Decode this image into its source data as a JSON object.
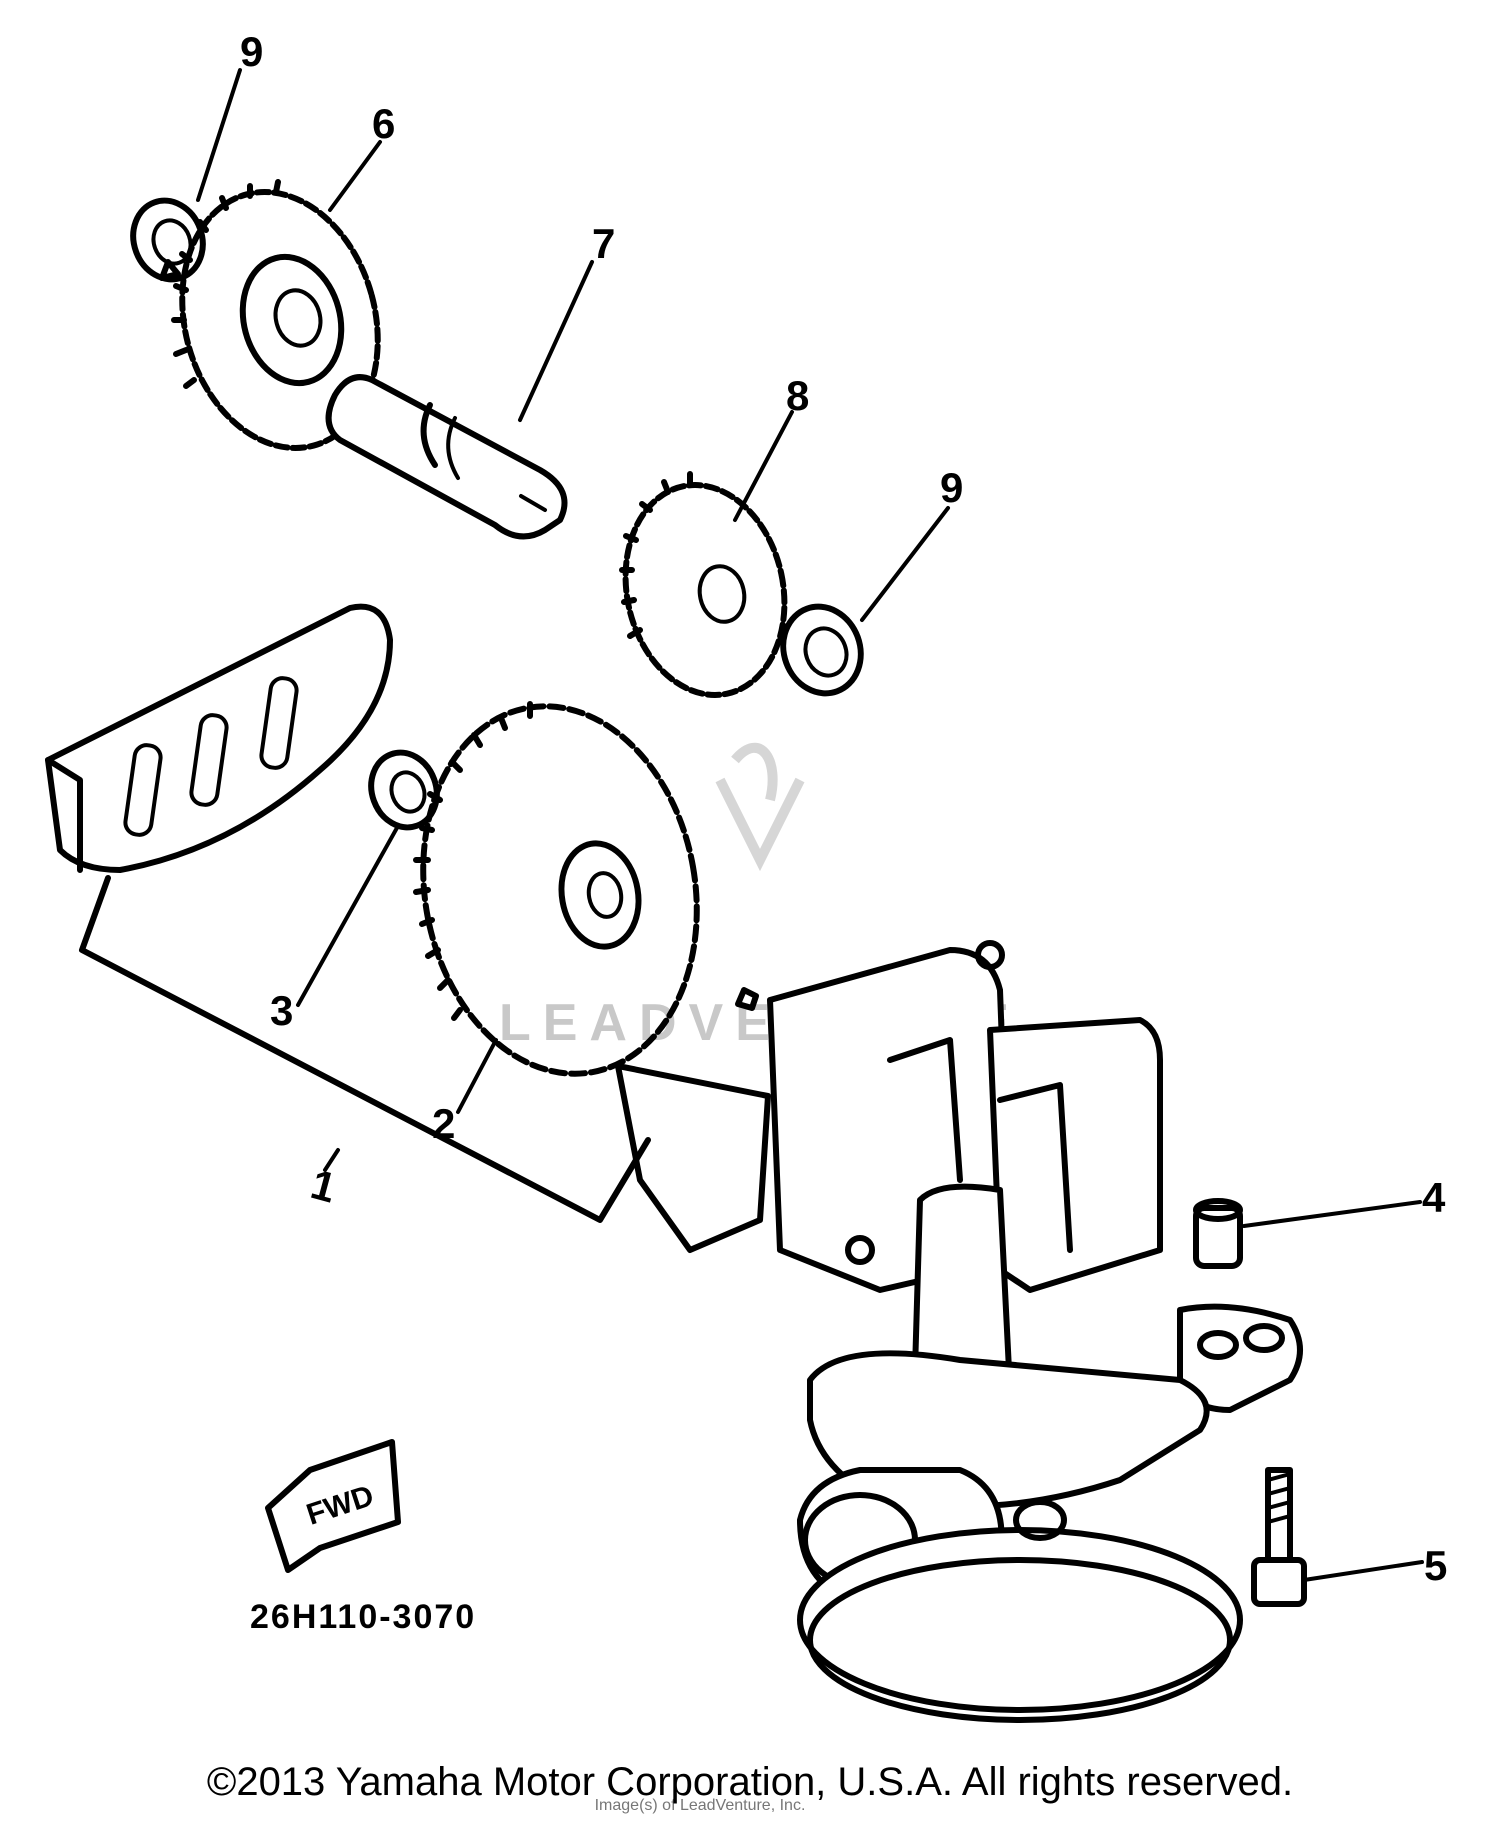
{
  "callouts": [
    "1",
    "2",
    "3",
    "4",
    "5",
    "6",
    "7",
    "8",
    "9",
    "9"
  ],
  "part_code": "26H110-3070",
  "direction_label": "FWD",
  "watermark": "LEADVENTURE",
  "watermark_credit": "Image(s) of LeadVenture, Inc.",
  "copyright": "©2013 Yamaha Motor Corporation, U.S.A. All rights reserved."
}
